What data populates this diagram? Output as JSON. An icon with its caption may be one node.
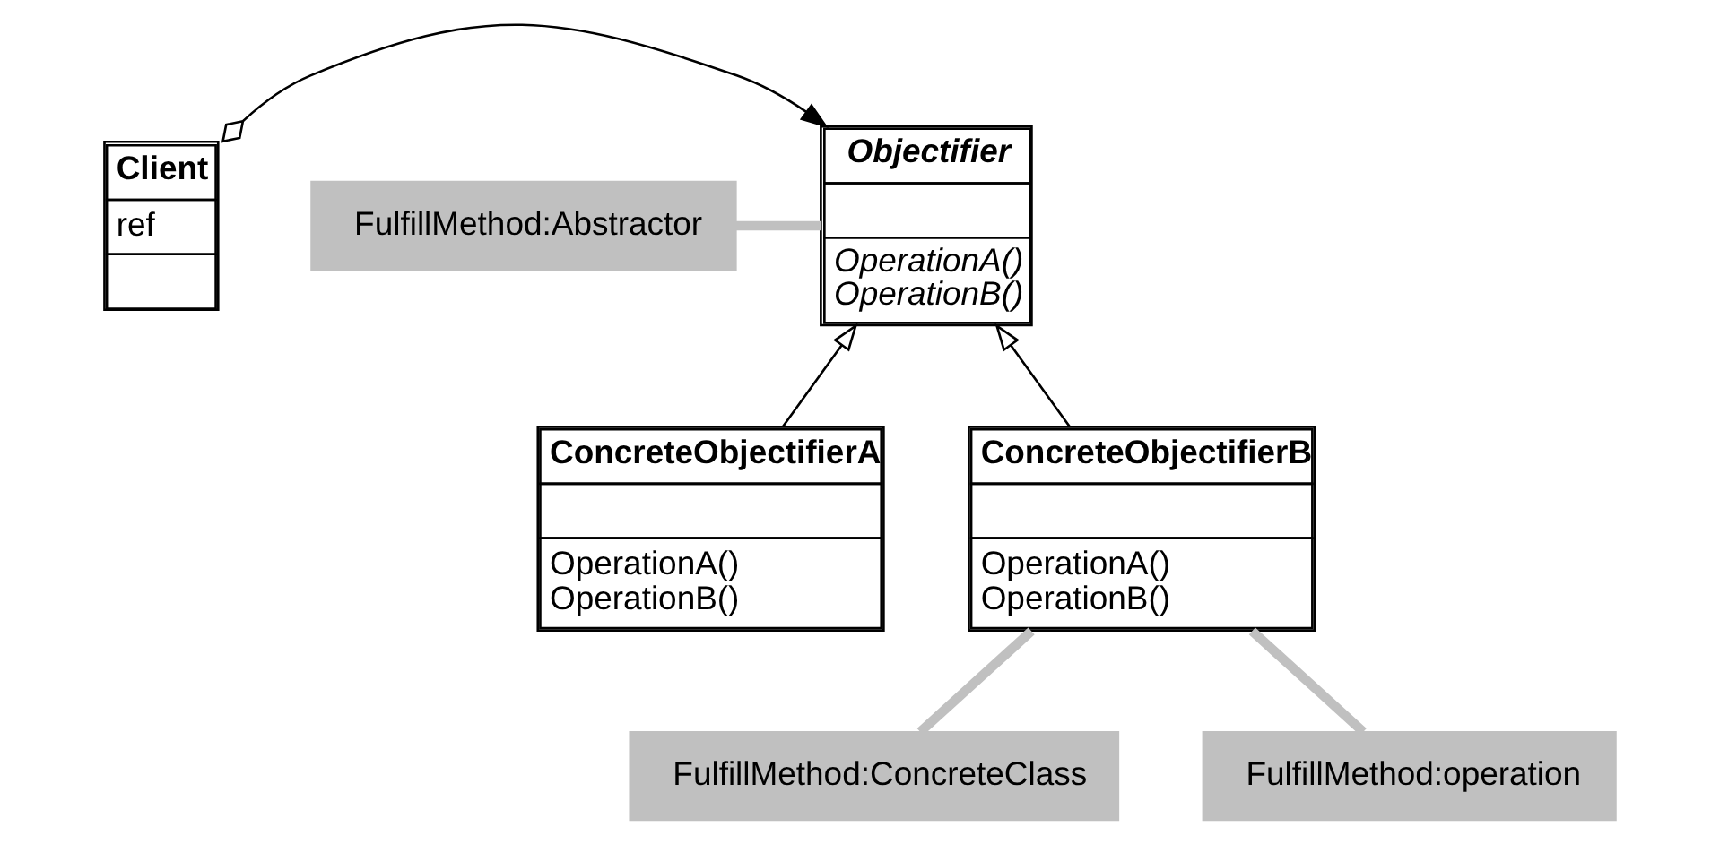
{
  "diagram": {
    "nodes": [
      {
        "text": [
          "Client",
          "ref"
        ]
      },
      {
        "text": [
          "Objectifier",
          "OperationA()",
          "OperationB()"
        ]
      },
      {
        "text": [
          "ConcreteObjectifierA",
          "OperationA()",
          "OperationB()"
        ]
      },
      {
        "text": [
          "ConcreteObjectifierB",
          "OperationA()",
          "OperationB()"
        ]
      },
      {
        "text": [
          "FulfillMethod:Abstractor"
        ]
      },
      {
        "text": [
          "FulfillMethod:ConcreteClass"
        ]
      },
      {
        "text": [
          "FulfillMethod:operation"
        ]
      }
    ],
    "edges": [
      {
        "from": 0,
        "to": 1,
        "arrow": "to"
      },
      {
        "from": 2,
        "to": 1,
        "arrow": "to"
      },
      {
        "from": 3,
        "to": 1,
        "arrow": "to"
      },
      {
        "from": 4,
        "to": 1,
        "arrow": "none",
        "style": "thick",
        "color": "#c0c0c0"
      },
      {
        "from": 5,
        "to": 3,
        "arrow": "none",
        "style": "thick",
        "color": "#c0c0c0"
      },
      {
        "from": 6,
        "to": 3,
        "arrow": "none",
        "style": "thick",
        "color": "#c0c0c0"
      }
    ]
  }
}
